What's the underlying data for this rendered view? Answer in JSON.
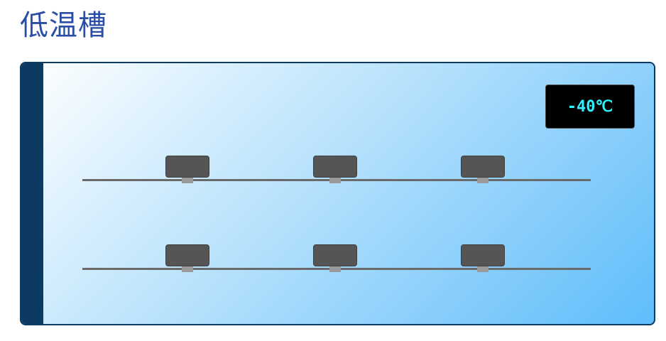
{
  "title": "低温槽",
  "chamber": {
    "temperature_display": "-40℃",
    "display_text_color": "#2ef0ff",
    "frame_color": "#0c3a60",
    "racks": [
      {
        "samples": 3
      },
      {
        "samples": 3
      }
    ]
  }
}
